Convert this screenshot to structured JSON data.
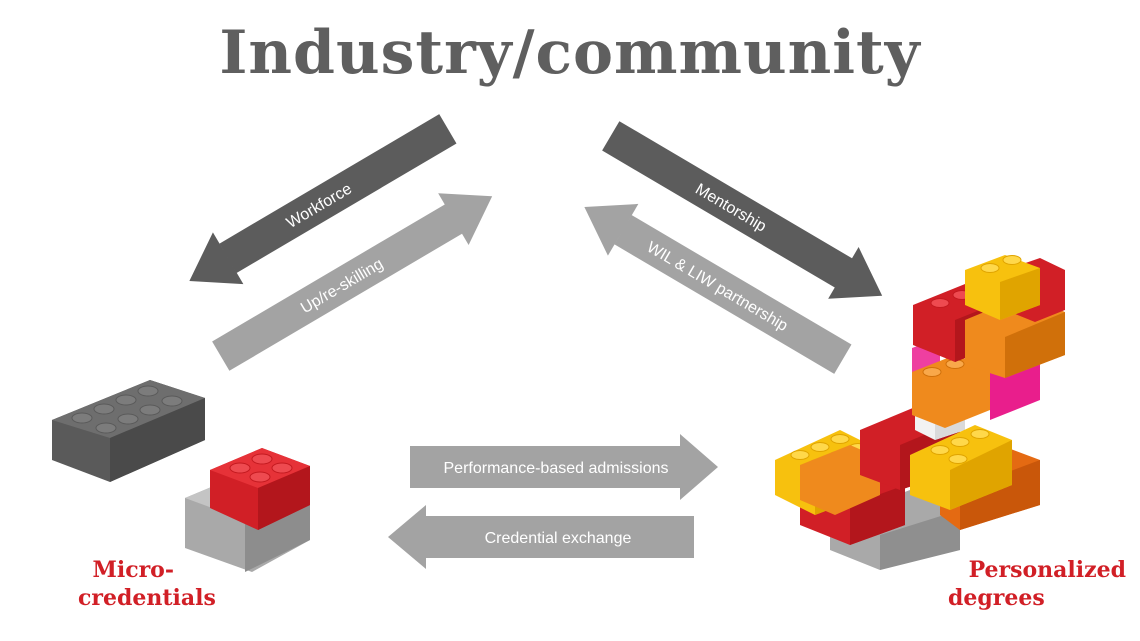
{
  "title": "Industry/community",
  "labels": {
    "micro_line1": "Micro-",
    "micro_line2": "credentials",
    "personal_line1": "Personalized",
    "personal_line2": "degrees"
  },
  "arrows": {
    "workforce": "Workforce",
    "upskilling": "Up/re-skilling",
    "mentorship": "Mentorship",
    "wil": "WIL & LIW partnership",
    "admissions": "Performance-based admissions",
    "exchange": "Credential exchange"
  },
  "colors": {
    "dark_arrow": "#5c5c5c",
    "light_arrow": "#a3a3a3",
    "accent_red": "#d11f26"
  }
}
